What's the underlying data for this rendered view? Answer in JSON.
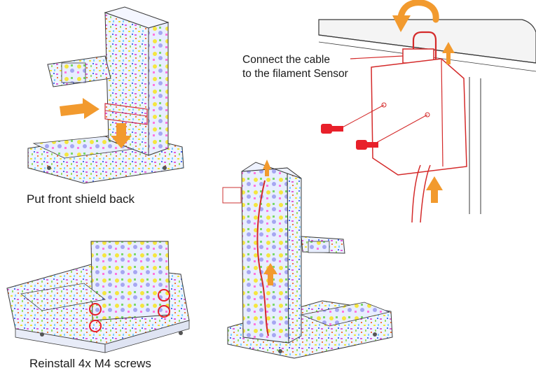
{
  "captions": {
    "front_shield": "Put front shield back",
    "screws": "Reinstall 4x M4 screws"
  },
  "callout": {
    "line1": "Connect the cable",
    "line2": "to the filament Sensor"
  },
  "colors": {
    "arrow": "#f29a2e",
    "screw": "#e8202a",
    "outline": "#3a3a3a",
    "cable": "#d42a2a"
  }
}
